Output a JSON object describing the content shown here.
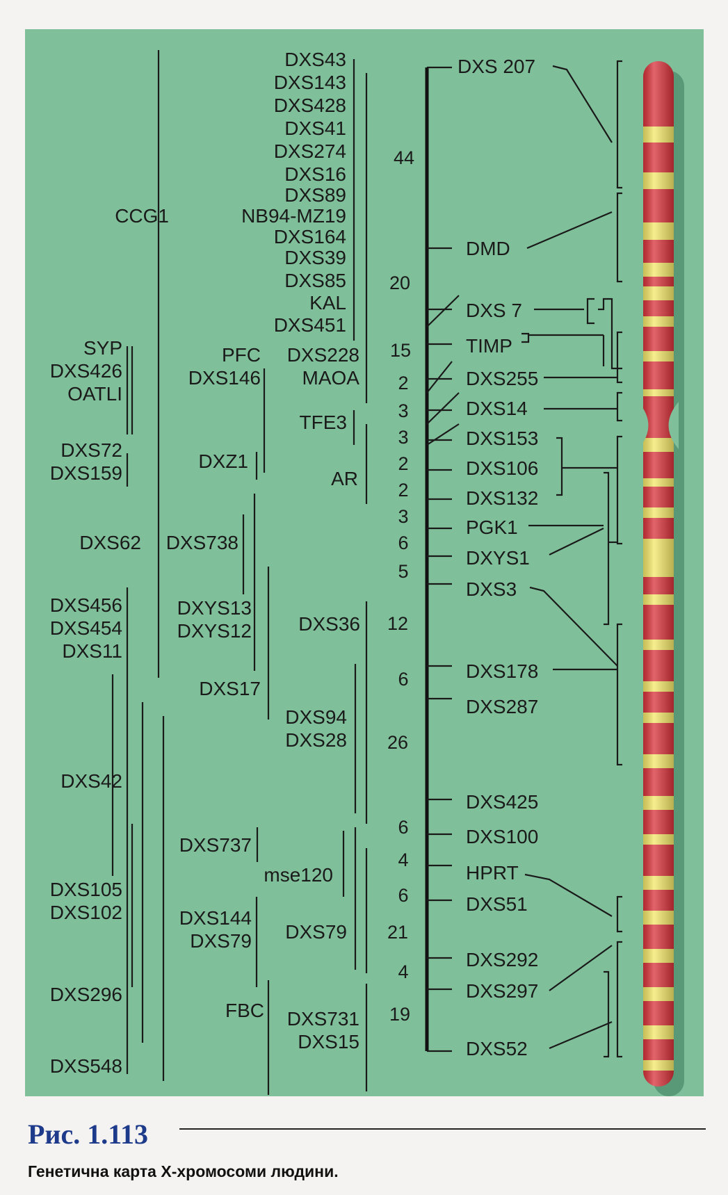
{
  "labels": {
    "col1": [
      "SYP",
      "DXS426",
      "OATLI",
      "DXS72",
      "DXS159",
      "DXS62",
      "DXS456",
      "DXS454",
      "DXS11",
      "DXS42",
      "DXS105",
      "DXS102",
      "DXS296",
      "DXS548"
    ],
    "col2": [
      "CCG1",
      "PFC",
      "DXS146",
      "DXZ1",
      "DXS738",
      "DXYS13",
      "DXYS12",
      "DXS17",
      "DXS737",
      "DXS144",
      "DXS79",
      "FBC"
    ],
    "col3": [
      "DXS43",
      "DXS143",
      "DXS428",
      "DXS41",
      "DXS274",
      "DXS16",
      "DXS89",
      "NB94-MZ19",
      "DXS164",
      "DXS39",
      "DXS85",
      "KAL",
      "DXS451",
      "DXS228",
      "MAOA",
      "TFE3",
      "AR",
      "DXS36",
      "DXS94",
      "DXS28",
      "mse120",
      "DXS79",
      "DXS731",
      "DXS15"
    ],
    "distances": [
      "44",
      "20",
      "15",
      "2",
      "3",
      "3",
      "2",
      "2",
      "3",
      "6",
      "5",
      "12",
      "6",
      "26",
      "6",
      "4",
      "6",
      "21",
      "4",
      "19"
    ],
    "axis": [
      "DXS 207",
      "DMD",
      "DXS 7",
      "TIMP",
      "DXS255",
      "DXS14",
      "DXS153",
      "DXS106",
      "DXS132",
      "PGK1",
      "DXYS1",
      "DXS3",
      "DXS178",
      "DXS287",
      "DXS425",
      "DXS100",
      "HPRT",
      "DXS51",
      "DXS292",
      "DXS297",
      "DXS52"
    ]
  },
  "colors": {
    "panel": "#7fbf9a",
    "chromosome_red": "#d8323a",
    "chromosome_yellow": "#f4e86a",
    "caption_title": "#1e3a8a"
  },
  "caption": {
    "title": "Рис. 1.113",
    "text": "Генетична карта Х-хромосоми людини."
  }
}
